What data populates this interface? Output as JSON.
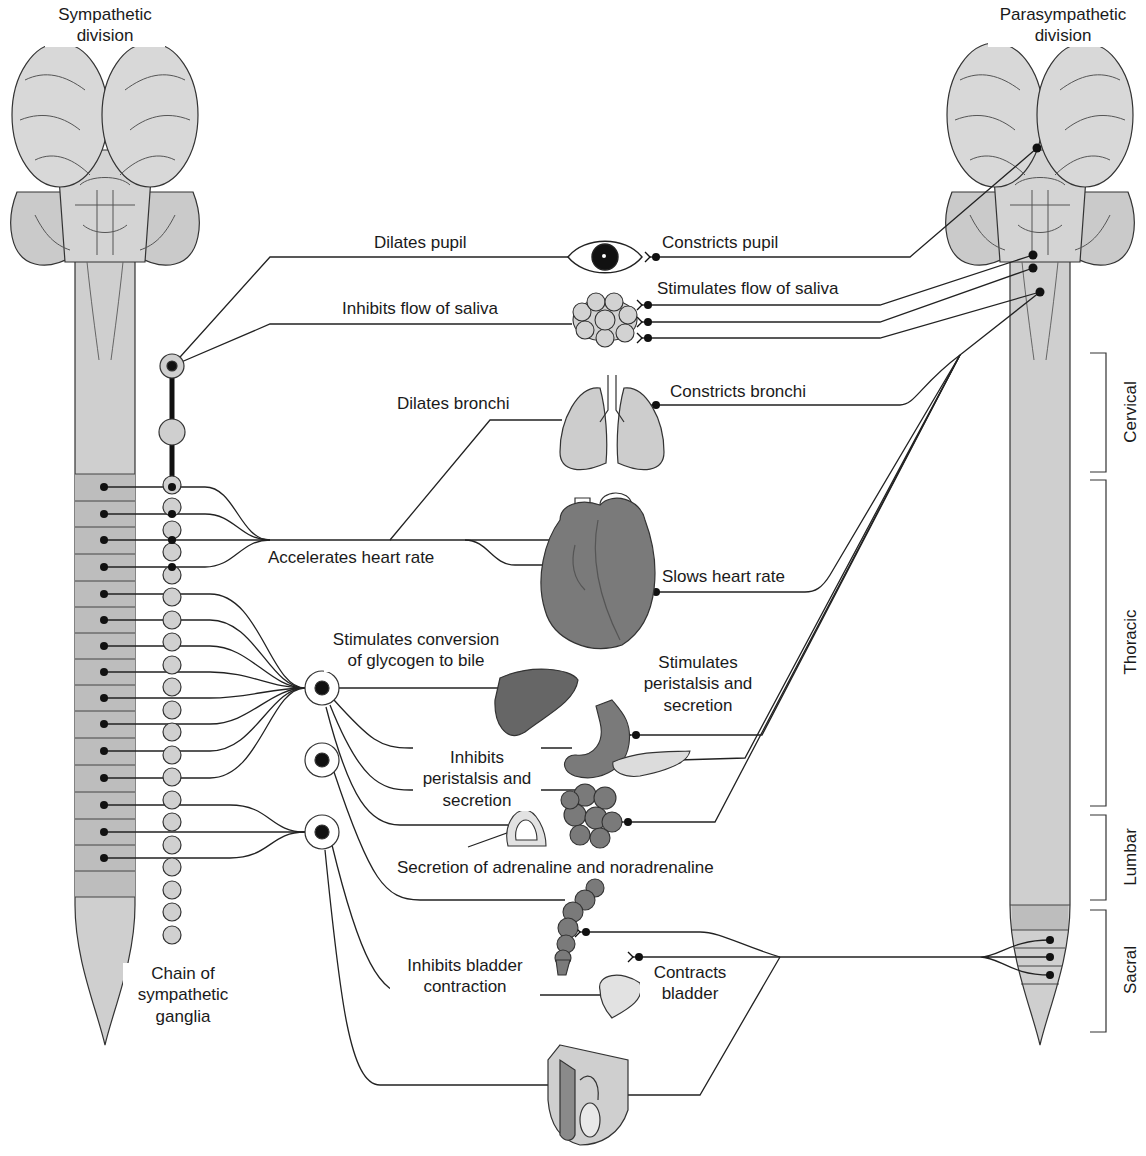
{
  "diagram": {
    "labels": [
      "Sympathetic division",
      "Parasympathetic division",
      "Dilates pupil",
      "Constricts pupil",
      "Inhibits flow of saliva",
      "Stimulates flow of saliva",
      "Dilates bronchi",
      "Constricts bronchi",
      "Cervical",
      "Accelerates heart rate",
      "Slows heart rate",
      "Thoracic",
      "Stimulates conversion of glycogen to bile",
      "Stimulates peristalsis and secretion",
      "Inhibits peristalsis and secretion",
      "Secretion of adrenaline and noradrenaline",
      "Lumbar",
      "Sacral",
      "Inhibits bladder contraction",
      "Contracts bladder",
      "Chain of sympathetic ganglia"
    ]
  }
}
